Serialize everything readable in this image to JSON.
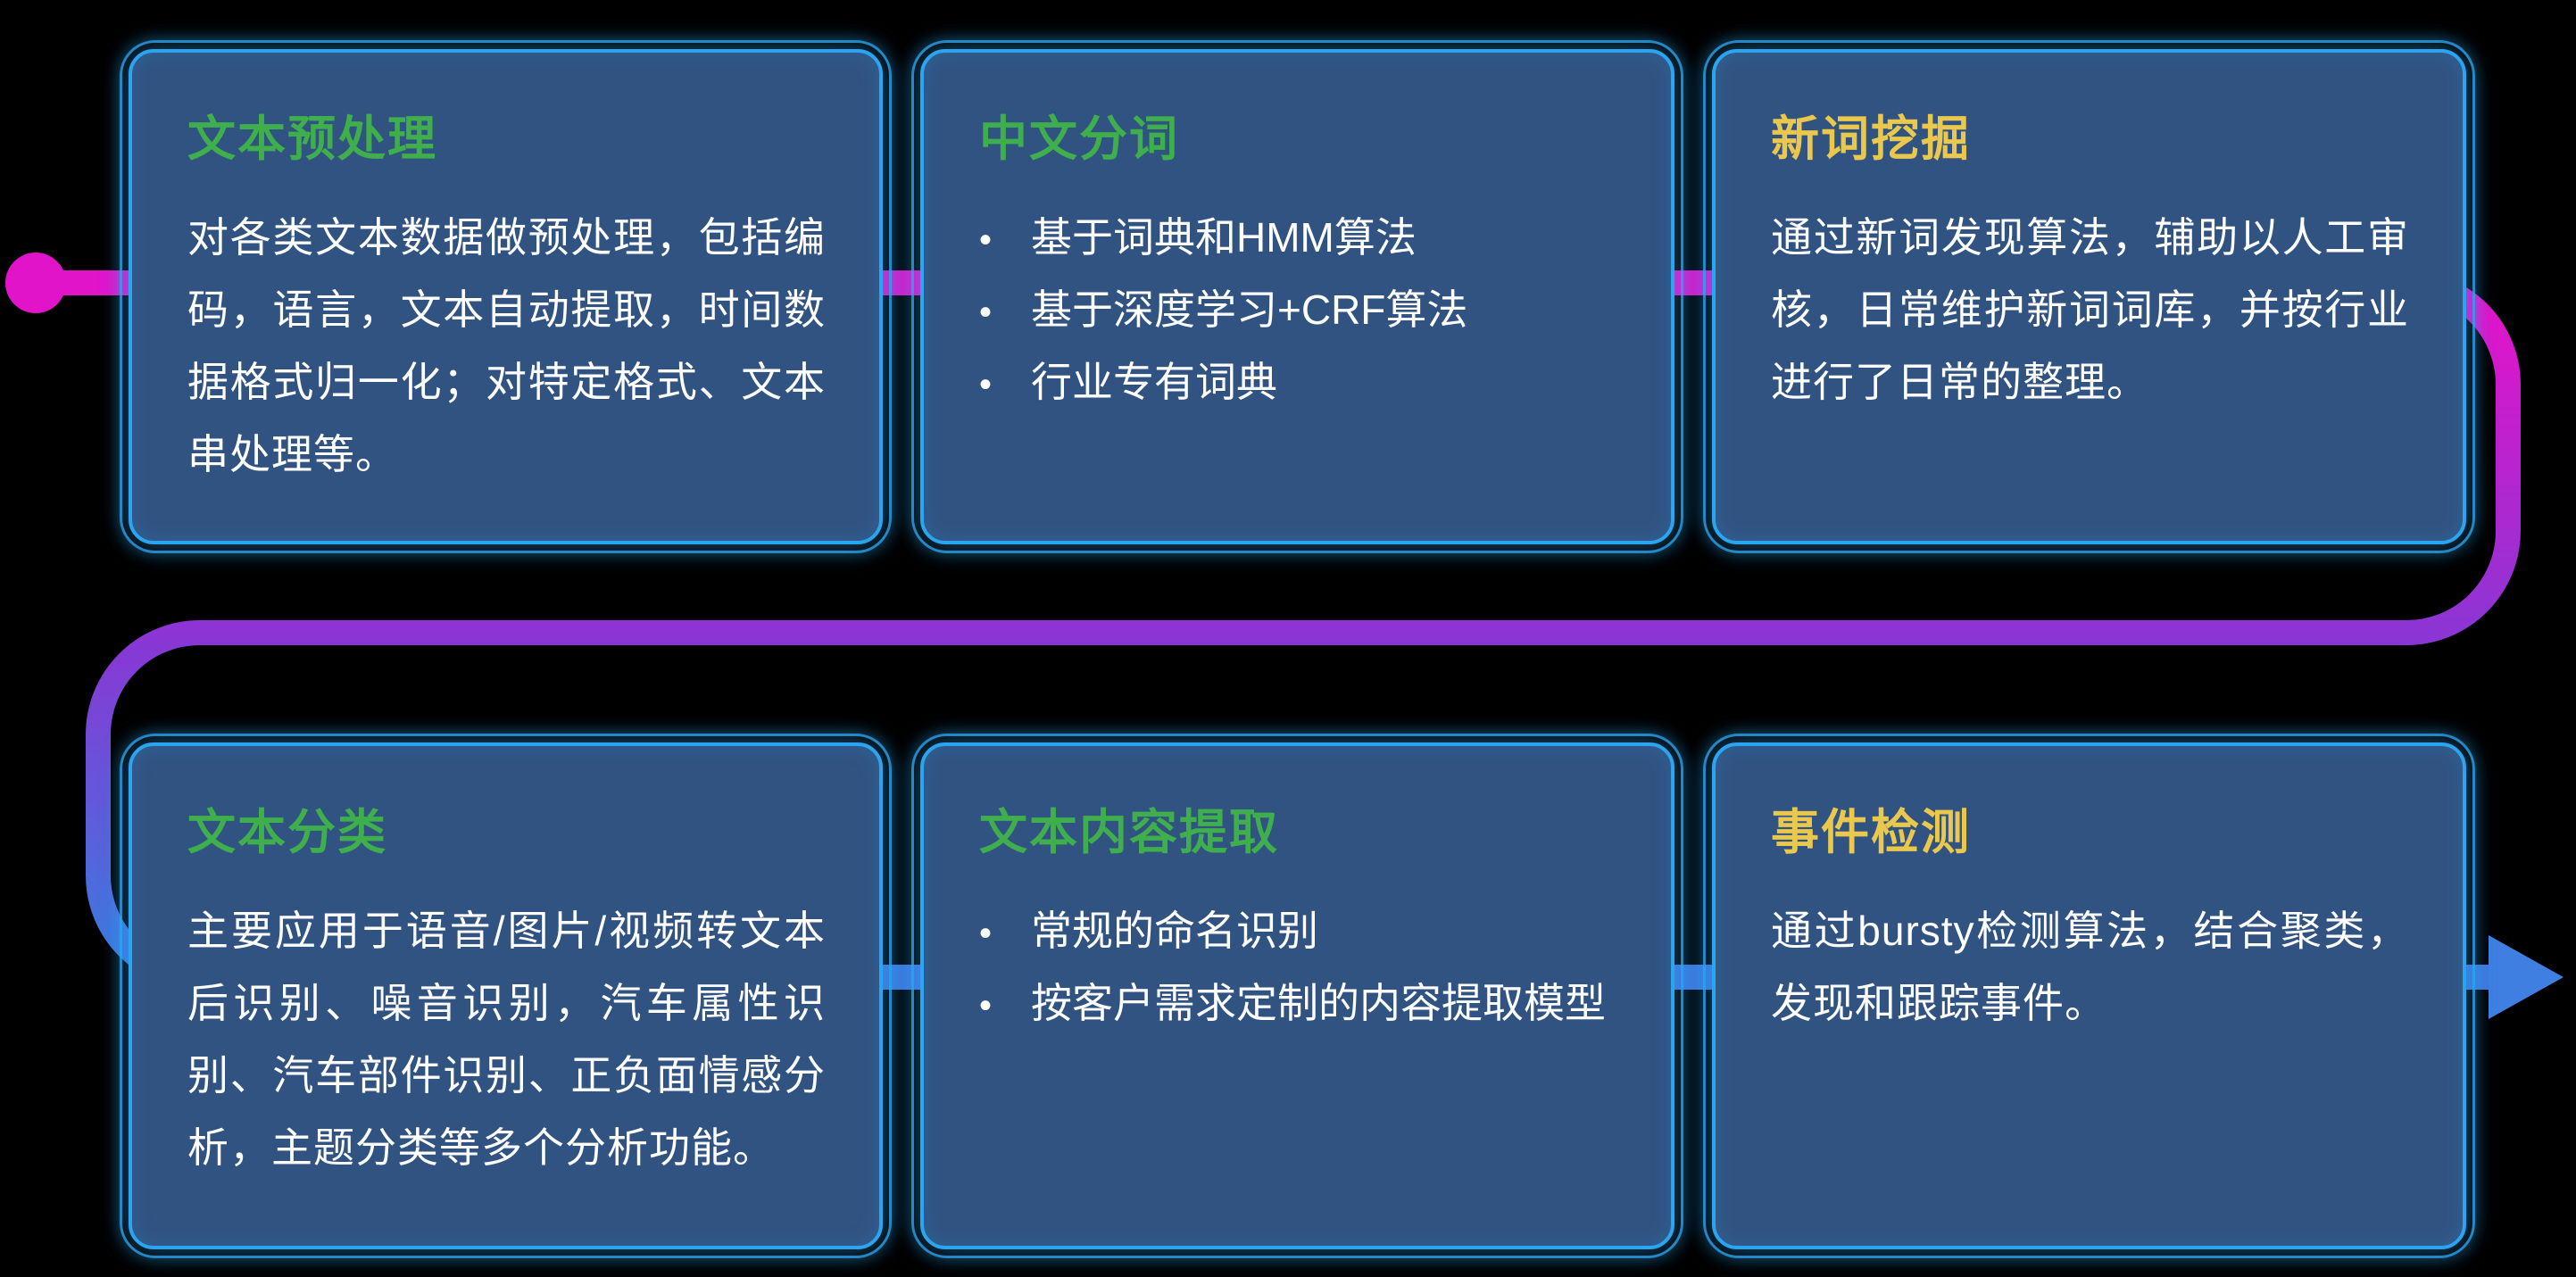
{
  "bullet_char": "•",
  "colors": {
    "magenta": "#e214ca",
    "purple": "#8a36d4",
    "blue": "#3f78de",
    "arrow_blue": "#3f7fe2",
    "card_bg": "#315382",
    "card_border": "#2ba5f0",
    "title_green": "#3fae4c",
    "title_yellow": "#e9c84d",
    "body_text": "#ffffff"
  },
  "cards": [
    {
      "title": "文本预处理",
      "body": "对各类文本数据做预处理，包括编码，语言，文本自动提取，时间数据格式归一化；对特定格式、文本串处理等。"
    },
    {
      "title": "中文分词",
      "bullets": [
        "基于词典和HMM算法",
        "基于深度学习+CRF算法",
        "行业专有词典"
      ]
    },
    {
      "title": "新词挖掘",
      "body": "通过新词发现算法，辅助以人工审核，日常维护新词词库，并按行业进行了日常的整理。"
    },
    {
      "title": "文本分类",
      "body": "主要应用于语音/图片/视频转文本后识别、噪音识别，汽车属性识别、汽车部件识别、正负面情感分析，主题分类等多个分析功能。"
    },
    {
      "title": "文本内容提取",
      "bullets": [
        "常规的命名识别",
        "按客户需求定制的内容提取模型"
      ]
    },
    {
      "title": "事件检测",
      "body": "通过bursty检测算法，结合聚类，发现和跟踪事件。"
    }
  ]
}
